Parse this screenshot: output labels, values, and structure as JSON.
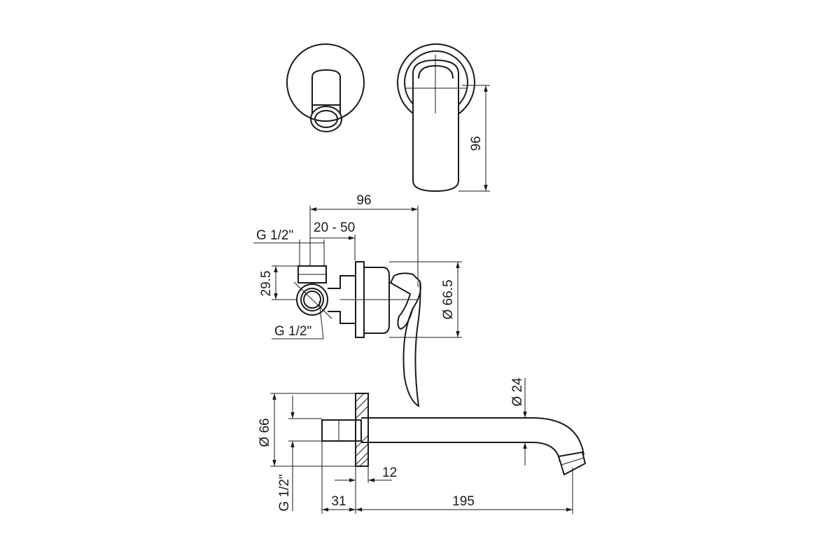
{
  "dimensions": {
    "top_view_height": "96",
    "side_depth": "96",
    "range": "20 - 50",
    "thread_top": "G 1/2\"",
    "height_29": "29.5",
    "diameter_cover": "Ø 66.5",
    "thread_bottom": "G 1/2\"",
    "diameter_spout": "Ø 24",
    "diameter_rosette": "Ø 66",
    "thread_spout": "G 1/2\"",
    "offset_12": "12",
    "offset_31": "31",
    "spout_length": "195"
  }
}
